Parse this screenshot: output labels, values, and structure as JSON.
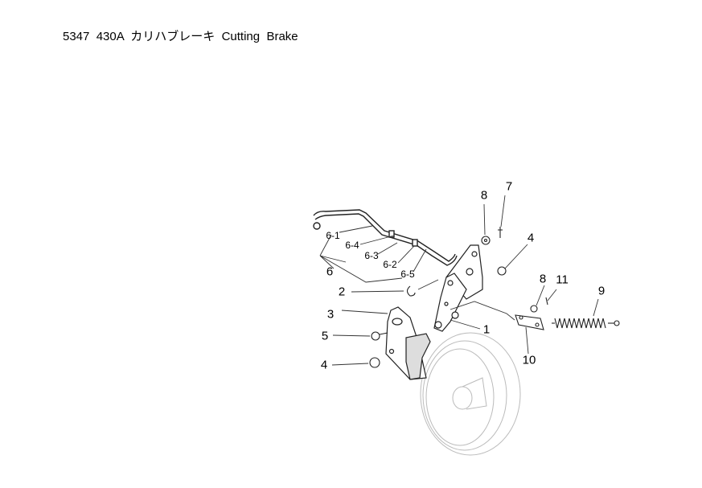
{
  "title": "5347  430A  カリハブレーキ  Cutting  Brake",
  "callouts": {
    "p8a": "8",
    "p7": "7",
    "p4a": "4",
    "p6_1": "6-1",
    "p6_4": "6-4",
    "p6_3": "6-3",
    "p6_2": "6-2",
    "p6": "6",
    "p6_5": "6-5",
    "p2": "2",
    "p3": "3",
    "p1": "1",
    "p5": "5",
    "p4b": "4",
    "p8b": "8",
    "p11": "11",
    "p9": "9",
    "p10": "10"
  }
}
